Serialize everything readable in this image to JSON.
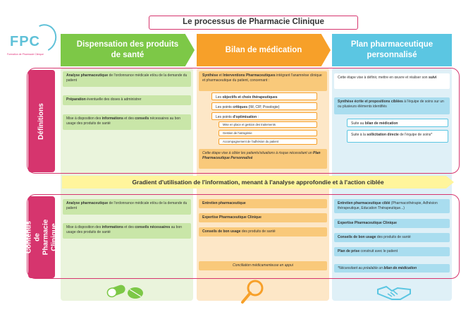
{
  "logo": {
    "text": "FPC",
    "subtitle": "Formation de Pharmacie Clinique"
  },
  "title": "Le processus de Pharmacie Clinique",
  "columns": [
    {
      "header": "Dispensation des produits de santé",
      "color": "#7dc847"
    },
    {
      "header": "Bilan de médication",
      "color": "#f7a029"
    },
    {
      "header": "Plan pharmaceutique personnalisé",
      "color": "#5bc6e2"
    }
  ],
  "sections": {
    "definitions": "Définitions",
    "contenus": "Contenus de Pharmacie Clinique"
  },
  "gradient": "Gradient d'utilisation de l'information, menant à l'analyse approfondie et à l'action ciblée",
  "def": {
    "c1": {
      "b1_bold": "Analyse pharmaceutique",
      "b1_rest": " de l'ordonnance médicale et/ou de la demande du patient",
      "b2_bold": "Préparation",
      "b2_rest": " éventuelle des doses à administrer",
      "b3_pre": "Mise à disposition des ",
      "b3_bold1": "informations",
      "b3_mid": " et des ",
      "b3_bold2": "conseils",
      "b3_rest": " nécessaires au bon usage des produits de santé"
    },
    "c2": {
      "intro_bold1": "Synthèse",
      "intro_mid": " et ",
      "intro_bold2": "Interventions Pharmaceutiques",
      "intro_rest": " intégrant l'anamnèse clinique et pharmaceutique du patient, concernant :",
      "l1_pre": "Les ",
      "l1_bold": "objectifs et choix thérapeutiques",
      "l2_pre": "Les points ",
      "l2_bold": "critiques",
      "l2_rest": " (IM, CIP, Posologie)",
      "l3_pre": "Les points ",
      "l3_bold": "d'optimisation",
      "l3_rest": " :",
      "s1": "Mise en place et gestion des traitements",
      "s2": "Gestion de l'iatrogénie",
      "s3": "Accompagnement de l'adhésion du patient",
      "foot": "Cette étape vise à cibler les patients/situations à risque nécessitant un ",
      "foot_bold": "Plan Pharmaceutique Personnalisé"
    },
    "c3": {
      "t1": "Cette étape vise à définir, mettre en œuvre et réaliser son ",
      "t1_bold": "suivi",
      "t2_bold": "Synthèse écrite et propositions ciblées",
      "t2_rest": " à l'équipe de soins sur un ou plusieurs éléments identifiés",
      "l1_pre": "Suite au ",
      "l1_bold": "bilan de médication",
      "l2_pre": "Suite à la ",
      "l2_bold": "sollicitation directe",
      "l2_rest": " de l'équipe de soins*"
    }
  },
  "cont": {
    "c1": {
      "b1_bold": "Analyse pharmaceutique",
      "b1_rest": " de l'ordonnance médicale et/ou de la demande du patient",
      "b2_pre": "Mise à disposition des ",
      "b2_bold1": "informations",
      "b2_mid": " et des ",
      "b2_bold2": "conseils nécessaires",
      "b2_rest": " au bon usage des produits de santé"
    },
    "c2": {
      "b1": "Entretien pharmaceutique",
      "b2": "Expertise Pharmaceutique Clinique",
      "b3_bold": "Conseils de bon usage",
      "b3_rest": " des produits de santé",
      "foot_i": "Conciliation médicamenteuse",
      "foot_rest": " en appui"
    },
    "c3": {
      "b1_bold": "Entretien pharmaceutique ciblé",
      "b1_rest": " (Pharmacothérapie, Adhésion thérapeutique, Education Thérapeutique...)",
      "b2": "Expertise Pharmaceutique Clinique",
      "b3_bold": "Conseils de bon usage",
      "b3_rest": " des produits de santé",
      "b4_bold": "Plan de prise",
      "b4_rest": " construit avec le patient",
      "foot": "*Nécessitant au préalable un ",
      "foot_bold": "bilan de médication"
    }
  },
  "icons": [
    "pills-icon",
    "magnifier-icon",
    "handshake-icon"
  ]
}
